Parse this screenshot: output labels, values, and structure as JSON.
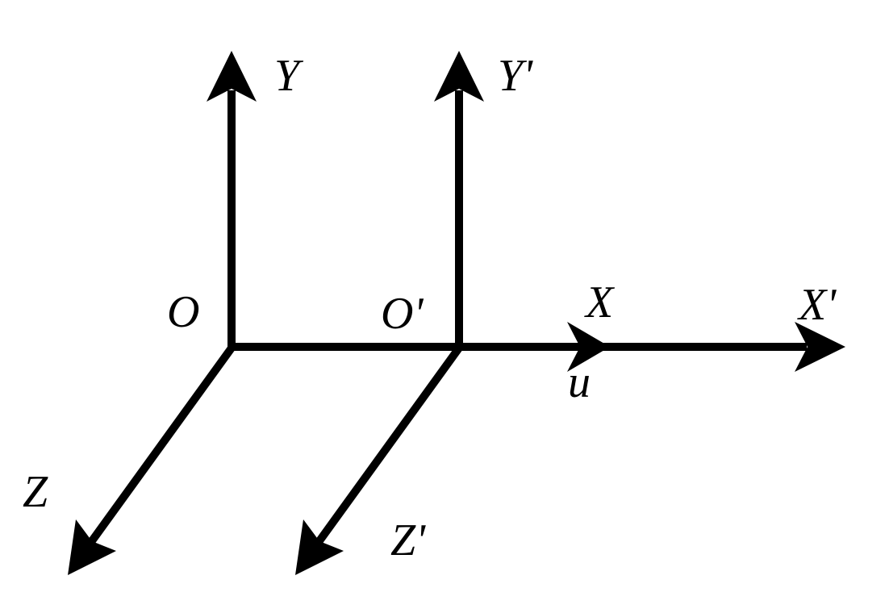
{
  "labels": {
    "origin_s": "O",
    "origin_s_prime": "O'",
    "y_axis_s": "Y",
    "y_axis_s_prime": "Y'",
    "x_axis_s": "X",
    "x_axis_s_prime": "X'",
    "z_axis_s": "Z",
    "z_axis_s_prime": "Z'",
    "velocity": "u"
  },
  "colors": {
    "stroke": "#000000",
    "background": "#ffffff"
  }
}
